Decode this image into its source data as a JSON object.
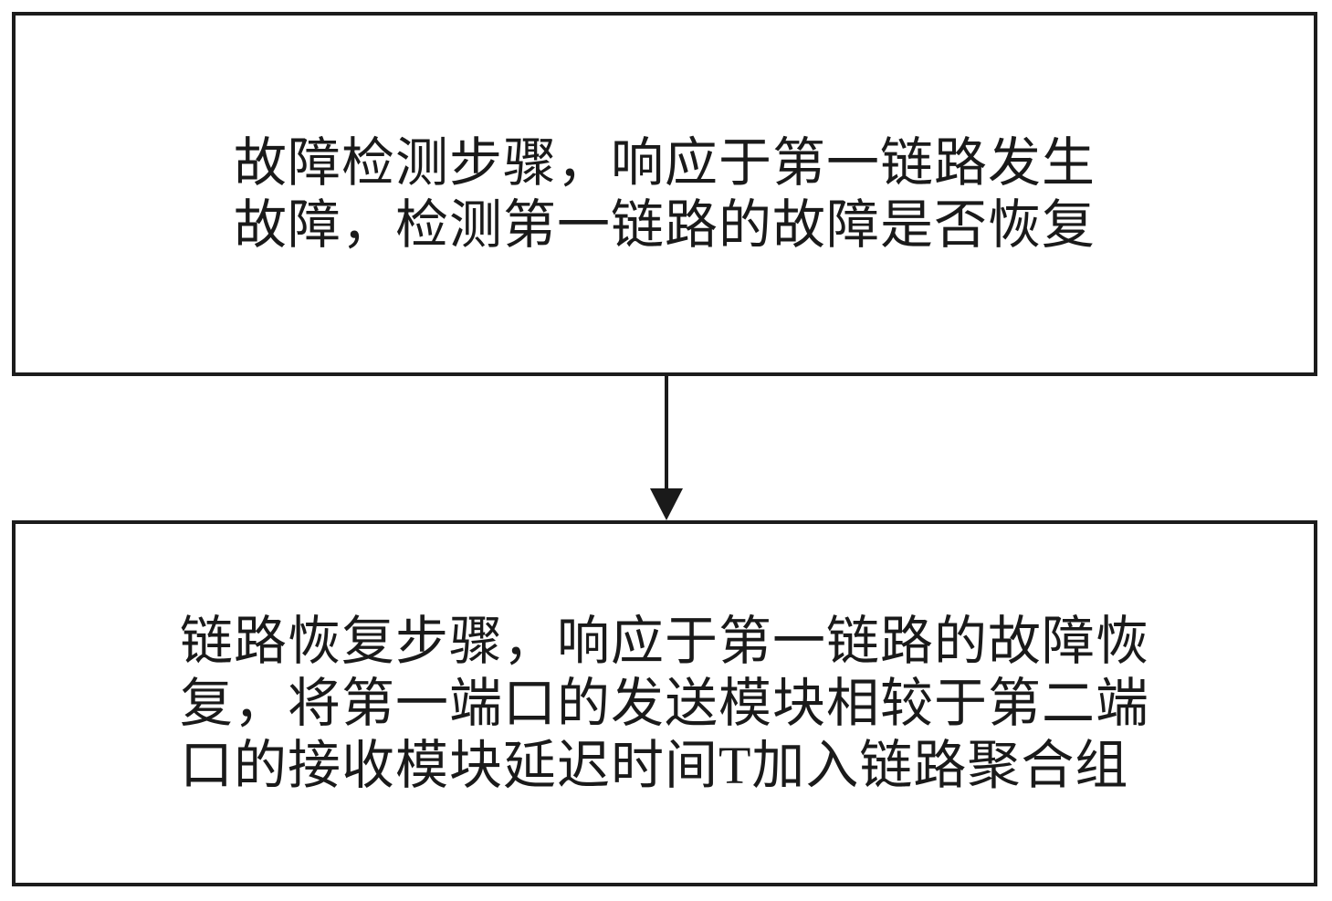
{
  "flowchart": {
    "background_color": "#ffffff",
    "border_color": "#1c1c1c",
    "text_color": "#1a1a1a",
    "steps": [
      {
        "name": "fault-detection-step",
        "lines": [
          "故障检测步骤，响应于第一链路发生",
          "故障，检测第一链路的故障是否恢复"
        ]
      },
      {
        "name": "link-recovery-step",
        "lines": [
          "链路恢复步骤，响应于第一链路的故障恢",
          "复，将第一端口的发送模块相较于第二端",
          "口的接收模块延迟时间T加入链路聚合组"
        ]
      }
    ],
    "connector": {
      "type": "arrow-down",
      "color": "#1a1a1a"
    }
  }
}
